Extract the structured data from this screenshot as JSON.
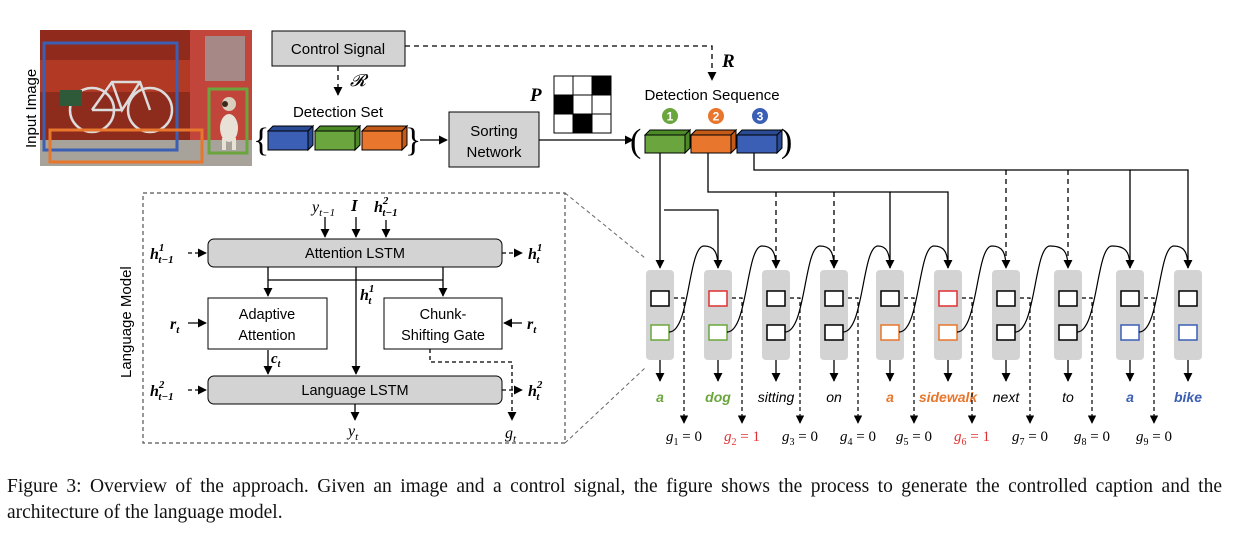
{
  "input_image": {
    "label": "Input Image",
    "description_icon": "photo-bicycle-dog-icon"
  },
  "control_signal": "Control Signal",
  "script_r": "𝓡",
  "bold_r": "R",
  "detection_set": "Detection Set",
  "sorting_network": [
    "Sorting",
    "Network"
  ],
  "perm_label": "P",
  "permutation": [
    [
      0,
      0,
      1
    ],
    [
      1,
      0,
      0
    ],
    [
      0,
      1,
      0
    ]
  ],
  "detection_sequence": {
    "title": "Detection Sequence",
    "badges": [
      "1",
      "2",
      "3"
    ]
  },
  "colors": {
    "blue": "#3b5fb4",
    "green": "#6aa63d",
    "orange": "#e8762c",
    "red": "#e03131",
    "gray_box": "#d3d3d3"
  },
  "language_model": {
    "title": "Language Model",
    "attention_lstm": "Attention LSTM",
    "adaptive_attention": [
      "Adaptive",
      "Attention"
    ],
    "chunk_gate": [
      "Chunk-",
      "Shifting Gate"
    ],
    "language_lstm": "Language LSTM",
    "inputs": {
      "y_prev": "y",
      "y_prev_sub": "t−1",
      "I": "I",
      "h2_prev": "h",
      "h2_prev_sup": "2",
      "h2_prev_sub": "t−1"
    },
    "h1_in": {
      "main": "h",
      "sup": "1",
      "sub": "t−1"
    },
    "h1_out": {
      "main": "h",
      "sup": "1",
      "sub": "t"
    },
    "h1_mid": {
      "main": "h",
      "sup": "1",
      "sub": "t"
    },
    "r_left": {
      "main": "r",
      "sub": "t"
    },
    "r_right": {
      "main": "r",
      "sub": "t"
    },
    "c_t": {
      "main": "c",
      "sub": "t"
    },
    "h2_in": {
      "main": "h",
      "sup": "2",
      "sub": "t−1"
    },
    "h2_out": {
      "main": "h",
      "sup": "2",
      "sub": "t"
    },
    "y_out": {
      "main": "y",
      "sub": "t"
    },
    "g_out": {
      "main": "g",
      "sub": "t"
    }
  },
  "words": [
    {
      "text": "a",
      "color": "green"
    },
    {
      "text": "dog",
      "color": "green"
    },
    {
      "text": "sitting",
      "color": "black"
    },
    {
      "text": "on",
      "color": "black"
    },
    {
      "text": "a",
      "color": "orange"
    },
    {
      "text": "sidewalk",
      "color": "orange"
    },
    {
      "text": "next",
      "color": "black"
    },
    {
      "text": "to",
      "color": "black"
    },
    {
      "text": "a",
      "color": "blue"
    },
    {
      "text": "bike",
      "color": "blue"
    }
  ],
  "gates": [
    {
      "sub": "1",
      "val": "0",
      "color": "black"
    },
    {
      "sub": "2",
      "val": "1",
      "color": "red"
    },
    {
      "sub": "3",
      "val": "0",
      "color": "black"
    },
    {
      "sub": "4",
      "val": "0",
      "color": "black"
    },
    {
      "sub": "5",
      "val": "0",
      "color": "black"
    },
    {
      "sub": "6",
      "val": "1",
      "color": "red"
    },
    {
      "sub": "7",
      "val": "0",
      "color": "black"
    },
    {
      "sub": "8",
      "val": "0",
      "color": "black"
    },
    {
      "sub": "9",
      "val": "0",
      "color": "black"
    }
  ],
  "caption": "Figure 3: Overview of the approach. Given an image and a control signal, the figure shows the process to generate the controlled caption and the architecture of the language model."
}
